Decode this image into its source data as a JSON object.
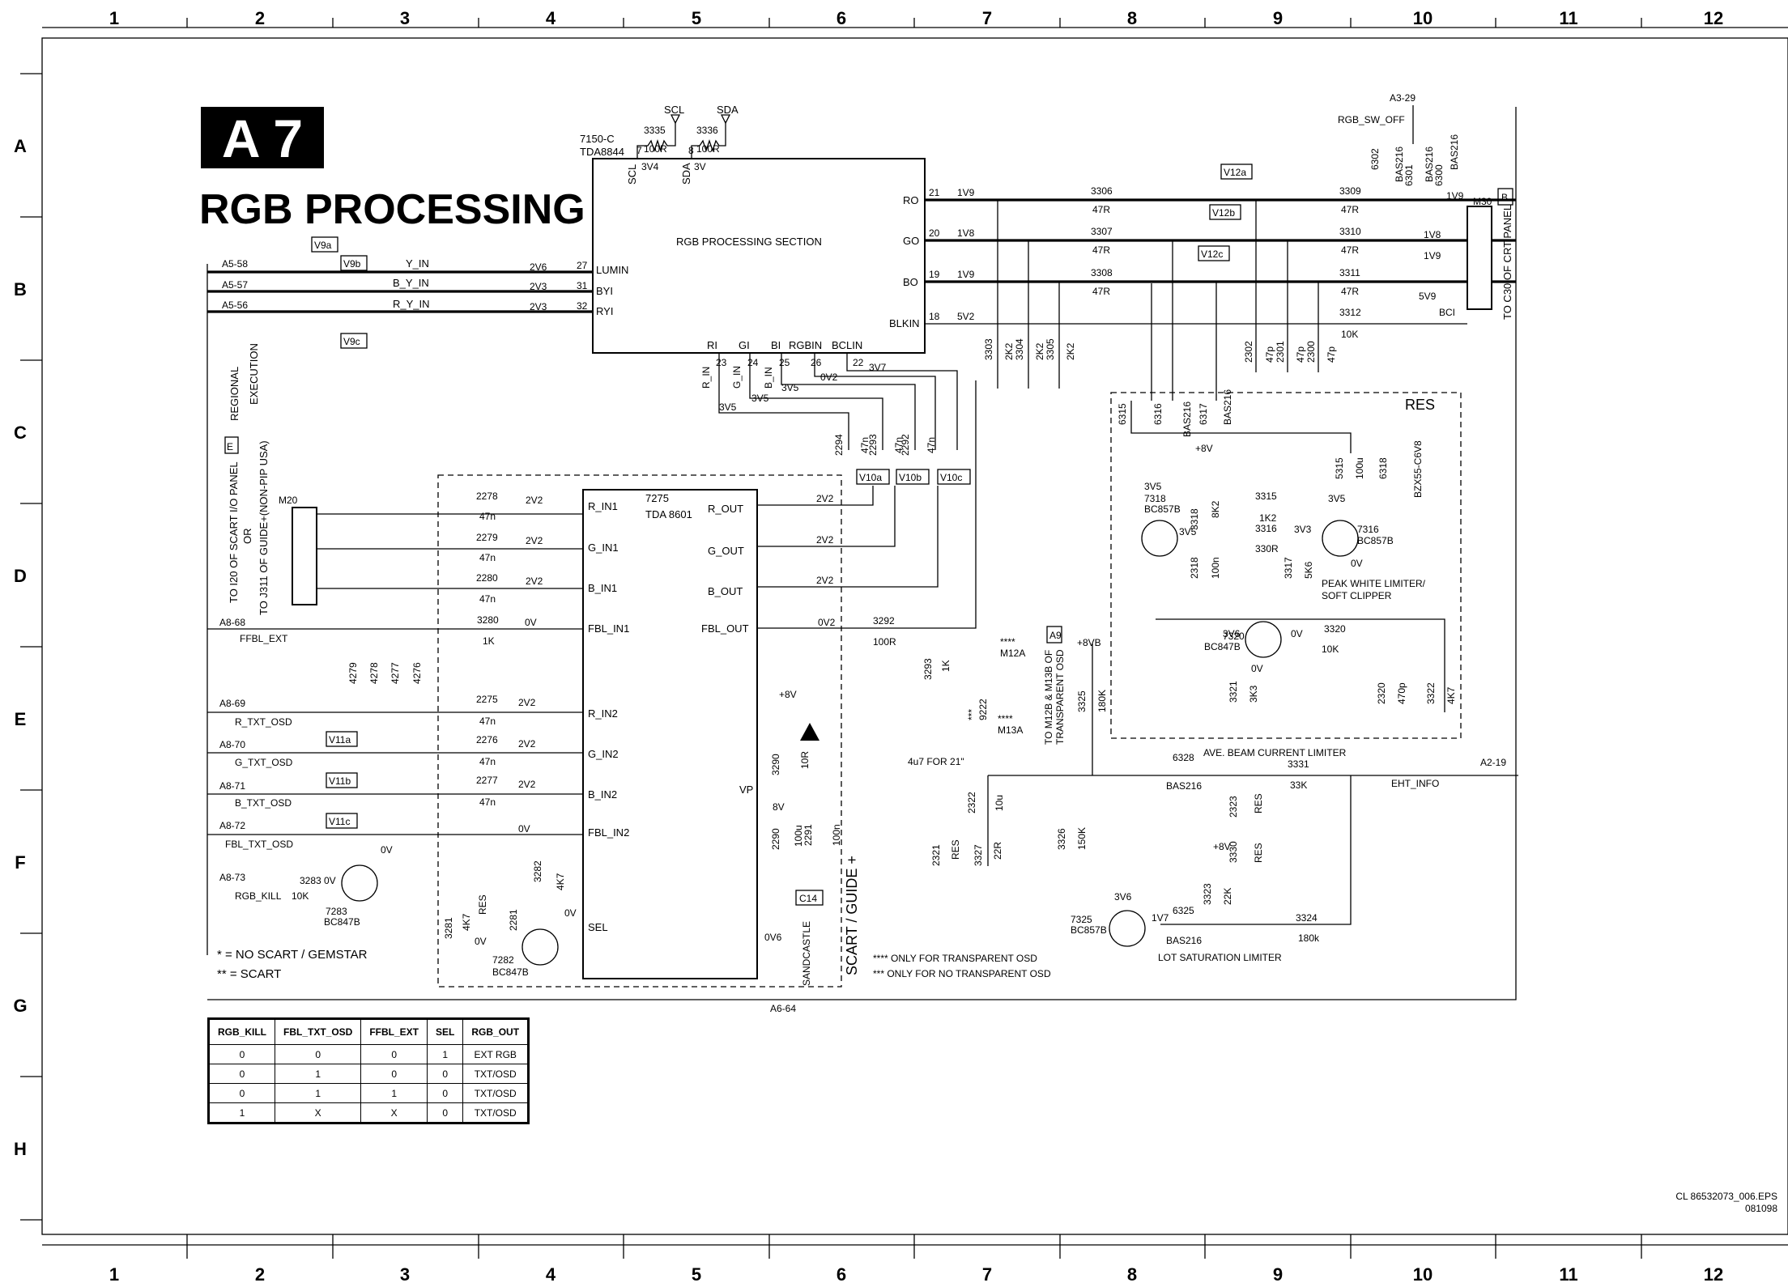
{
  "grid": {
    "columns": [
      "1",
      "2",
      "3",
      "4",
      "5",
      "6",
      "7",
      "8",
      "9",
      "10",
      "11",
      "12"
    ],
    "rows": [
      "A",
      "B",
      "C",
      "D",
      "E",
      "F",
      "G",
      "H"
    ]
  },
  "title": {
    "badge": "A 7",
    "heading": "RGB PROCESSING"
  },
  "ics": {
    "tda8844": {
      "ref": "7150-C",
      "part": "TDA8844",
      "section": "RGB PROCESSING SECTION",
      "inputs": [
        "LUMIN",
        "BYI",
        "RYI"
      ],
      "outputs": [
        "RO",
        "GO",
        "BO",
        "BLKIN"
      ],
      "bottom_pins": [
        "RI",
        "GI",
        "BI",
        "RGBIN",
        "BCLIN"
      ],
      "top_pins": [
        "SCL",
        "SDA"
      ]
    },
    "tda8601": {
      "ref": "7275",
      "part": "TDA 8601",
      "left_pins": [
        "R_IN1",
        "G_IN1",
        "B_IN1",
        "FBL_IN1",
        "R_IN2",
        "G_IN2",
        "B_IN2",
        "FBL_IN2",
        "SEL"
      ],
      "right_pins": [
        "R_OUT",
        "G_OUT",
        "B_OUT",
        "FBL_OUT",
        "VP"
      ]
    }
  },
  "labels": {
    "scl": "SCL",
    "sda": "SDA",
    "r3335": "3335",
    "r3335v": "100R",
    "r3336": "3336",
    "r3336v": "100R",
    "pin7": "7",
    "pin8": "8",
    "v3v4": "3V4",
    "v3v": "3V",
    "a558": "A5-58",
    "a557": "A5-57",
    "a556": "A5-56",
    "yin": "Y_IN",
    "byin": "B_Y_IN",
    "ryin": "R_Y_IN",
    "v9a": "V9a",
    "v9b": "V9b",
    "v9c": "V9c",
    "v2v6": "2V6",
    "v2v3a": "2V3",
    "v2v3b": "2V3",
    "p27": "27",
    "p31": "31",
    "p32": "32",
    "p21": "21",
    "p20": "20",
    "p19": "19",
    "p18": "18",
    "v1v9a": "1V9",
    "v1v8a": "1V8",
    "v1v9b": "1V9",
    "v5v2": "5V2",
    "r3306": "3306",
    "r3307": "3307",
    "r3308": "3308",
    "r47r": "47R",
    "v12a": "V12a",
    "v12b": "V12b",
    "v12c": "V12c",
    "r3309": "3309",
    "r3310": "3310",
    "r3311": "3311",
    "r3312": "3312",
    "r10k": "10K",
    "a329": "A3-29",
    "rgbswoff": "RGB_SW_OFF",
    "d6302": "6302",
    "d6301": "6301",
    "d6300": "6300",
    "bas216": "BAS216",
    "m30": "M30",
    "crt": "TO C30 OF CRT PANEL",
    "panelB": "B",
    "v1v9c": "1V9",
    "v1v8b": "1V8",
    "v1v9d": "1V9",
    "v5v9": "5V9",
    "bci": "BCI",
    "c2302": "2302",
    "c2301": "2301",
    "c2300": "2300",
    "c47p": "47p",
    "r3303": "3303",
    "r3304": "3304",
    "r3305": "3305",
    "r2k2": "2K2",
    "res": "RES",
    "d6315": "6315",
    "d6316": "6316",
    "d6317": "6317",
    "v8v": "+8V",
    "t7318": "7318",
    "bc857b": "BC857B",
    "v3v5": "3V5",
    "r3318": "3318",
    "r8k2": "8K2",
    "r3315": "3315",
    "r1k2": "1K2",
    "r3316": "3316",
    "r330r": "330R",
    "v3v3": "3V3",
    "t7316": "7316",
    "c5315": "5315",
    "c100u": "100u",
    "d6318": "6318",
    "bzx": "BZX55-C6V8",
    "c2318": "2318",
    "c100n": "100n",
    "r3317": "3317",
    "r5k6": "5K6",
    "v0v": "0V",
    "pwl": "PEAK WHITE LIMITER/",
    "soft": "SOFT CLIPPER",
    "t7320": "7320",
    "bc847b": "BC847B",
    "v3v6": "3V6",
    "r3320": "3320",
    "r3321": "3321",
    "r3k3": "3K3",
    "c2320": "2320",
    "c470p": "470p",
    "r3322": "3322",
    "r4k7": "4K7",
    "abcl": "AVE. BEAM CURRENT LIMITER",
    "v8vb": "+8VB",
    "r3325": "3325",
    "r180k": "180K",
    "m12a": "M12A",
    "m13a": "M13A",
    "stars4": "****",
    "stars3": "***",
    "s9222": "9222",
    "tom12b": "TO M12B & M13B OF",
    "tosd": "TRANSPARENT OSD",
    "panelA9": "A9",
    "d6328": "6328",
    "r3331": "3331",
    "r33k": "33K",
    "a219": "A2-19",
    "eht": "EHT_INFO",
    "c4u7": "4u7 FOR 21\"",
    "c2322": "2322",
    "c10u": "10u",
    "c2321": "2321",
    "r3327": "3327",
    "r22r": "22R",
    "r3326": "3326",
    "r150k": "150K",
    "c2323": "2323",
    "r3330": "3330",
    "t7325": "7325",
    "d6325": "6325",
    "v1v7": "1V7",
    "r3323": "3323",
    "r22k": "22K",
    "r3324": "3324",
    "r180kb": "180k",
    "lsl": "LOT SATURATION LIMITER",
    "note4": "****  ONLY FOR TRANSPARENT OSD",
    "note3": "***   ONLY FOR NO TRANSPARENT OSD",
    "regional": "REGIONAL",
    "execution": "EXECUTION",
    "to120": "TO I20 OF SCART I/O PANEL",
    "or": "OR",
    "toj311": "TO J311 OF GUIDE+(NON-PIP USA)",
    "panelE": "E",
    "m20": "M20",
    "ri": "R_IN",
    "gi": "G_IN",
    "bi": "B_IN",
    "p23": "23",
    "p24": "24",
    "p25": "25",
    "p26": "26",
    "p22": "22",
    "v0v2": "0V2",
    "v3v7": "3V7",
    "v3v5b": "3V5",
    "c2294": "2294",
    "c2293": "2293",
    "c2292": "2292",
    "c47n": "47n",
    "v10a": "V10a",
    "v10b": "V10b",
    "v10c": "V10c",
    "c2278": "2278",
    "c2279": "2279",
    "c2280": "2280",
    "v2v2": "2V2",
    "r3280": "3280",
    "r1k": "1K",
    "a868": "A8-68",
    "ffbl": "FFBL_EXT",
    "c2275": "2275",
    "c2276": "2276",
    "c2277": "2277",
    "a869": "A8-69",
    "a870": "A8-70",
    "a871": "A8-71",
    "a872": "A8-72",
    "a873": "A8-73",
    "rtxt": "R_TXT_OSD",
    "gtxt": "G_TXT_OSD",
    "btxt": "B_TXT_OSD",
    "fbltxt": "FBL_TXT_OSD",
    "v11a": "V11a",
    "v11b": "V11b",
    "v11c": "V11c",
    "l4279": "4279",
    "l4278": "4278",
    "l4277": "4277",
    "l4276": "4276",
    "r3292": "3292",
    "r100r": "100R",
    "r3293": "3293",
    "r3283": "3283",
    "rgbkill": "RGB_KILL",
    "t7283": "7283",
    "r3282": "3282",
    "r3281": "3281",
    "c2281": "2281",
    "t7282": "7282",
    "r3290": "3290",
    "r10r": "10R",
    "c2290": "2290",
    "c2291": "2291",
    "v8v2": "8V",
    "c14": "C14",
    "v0v6": "0V6",
    "sandcastle": "SANDCASTLE",
    "a664": "A6-64",
    "scart": "SCART / GUIDE +",
    "legend1": "*  = NO SCART / GEMSTAR",
    "legend2": "** = SCART",
    "footer1": "CL 86532073_006.EPS",
    "footer2": "081098"
  },
  "truth_table": {
    "headers": [
      "RGB_KILL",
      "FBL_TXT_OSD",
      "FFBL_EXT",
      "SEL",
      "RGB_OUT"
    ],
    "rows": [
      [
        "0",
        "0",
        "0",
        "1",
        "EXT RGB"
      ],
      [
        "0",
        "1",
        "0",
        "0",
        "TXT/OSD"
      ],
      [
        "0",
        "1",
        "1",
        "0",
        "TXT/OSD"
      ],
      [
        "1",
        "X",
        "X",
        "0",
        "TXT/OSD"
      ]
    ]
  }
}
